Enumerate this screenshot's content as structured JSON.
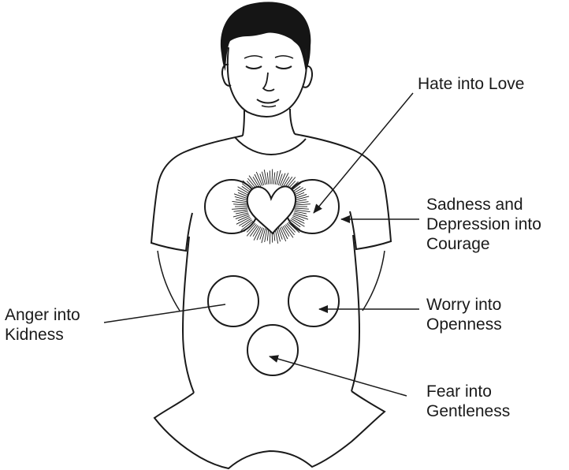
{
  "labels": {
    "hate": [
      "Hate into Love"
    ],
    "sadness": [
      "Sadness and",
      "Depression into",
      "Courage"
    ],
    "worry": [
      "Worry into",
      "Openness"
    ],
    "anger": [
      "Anger into",
      "Kidness"
    ],
    "fear": [
      "Fear into",
      "Gentleness"
    ]
  },
  "colors": {
    "ink": "#1a1a1a",
    "hair": "#151515",
    "background": "#ffffff"
  },
  "icons": {
    "figure": "human-torso-outline",
    "heart": "radiating-heart"
  }
}
